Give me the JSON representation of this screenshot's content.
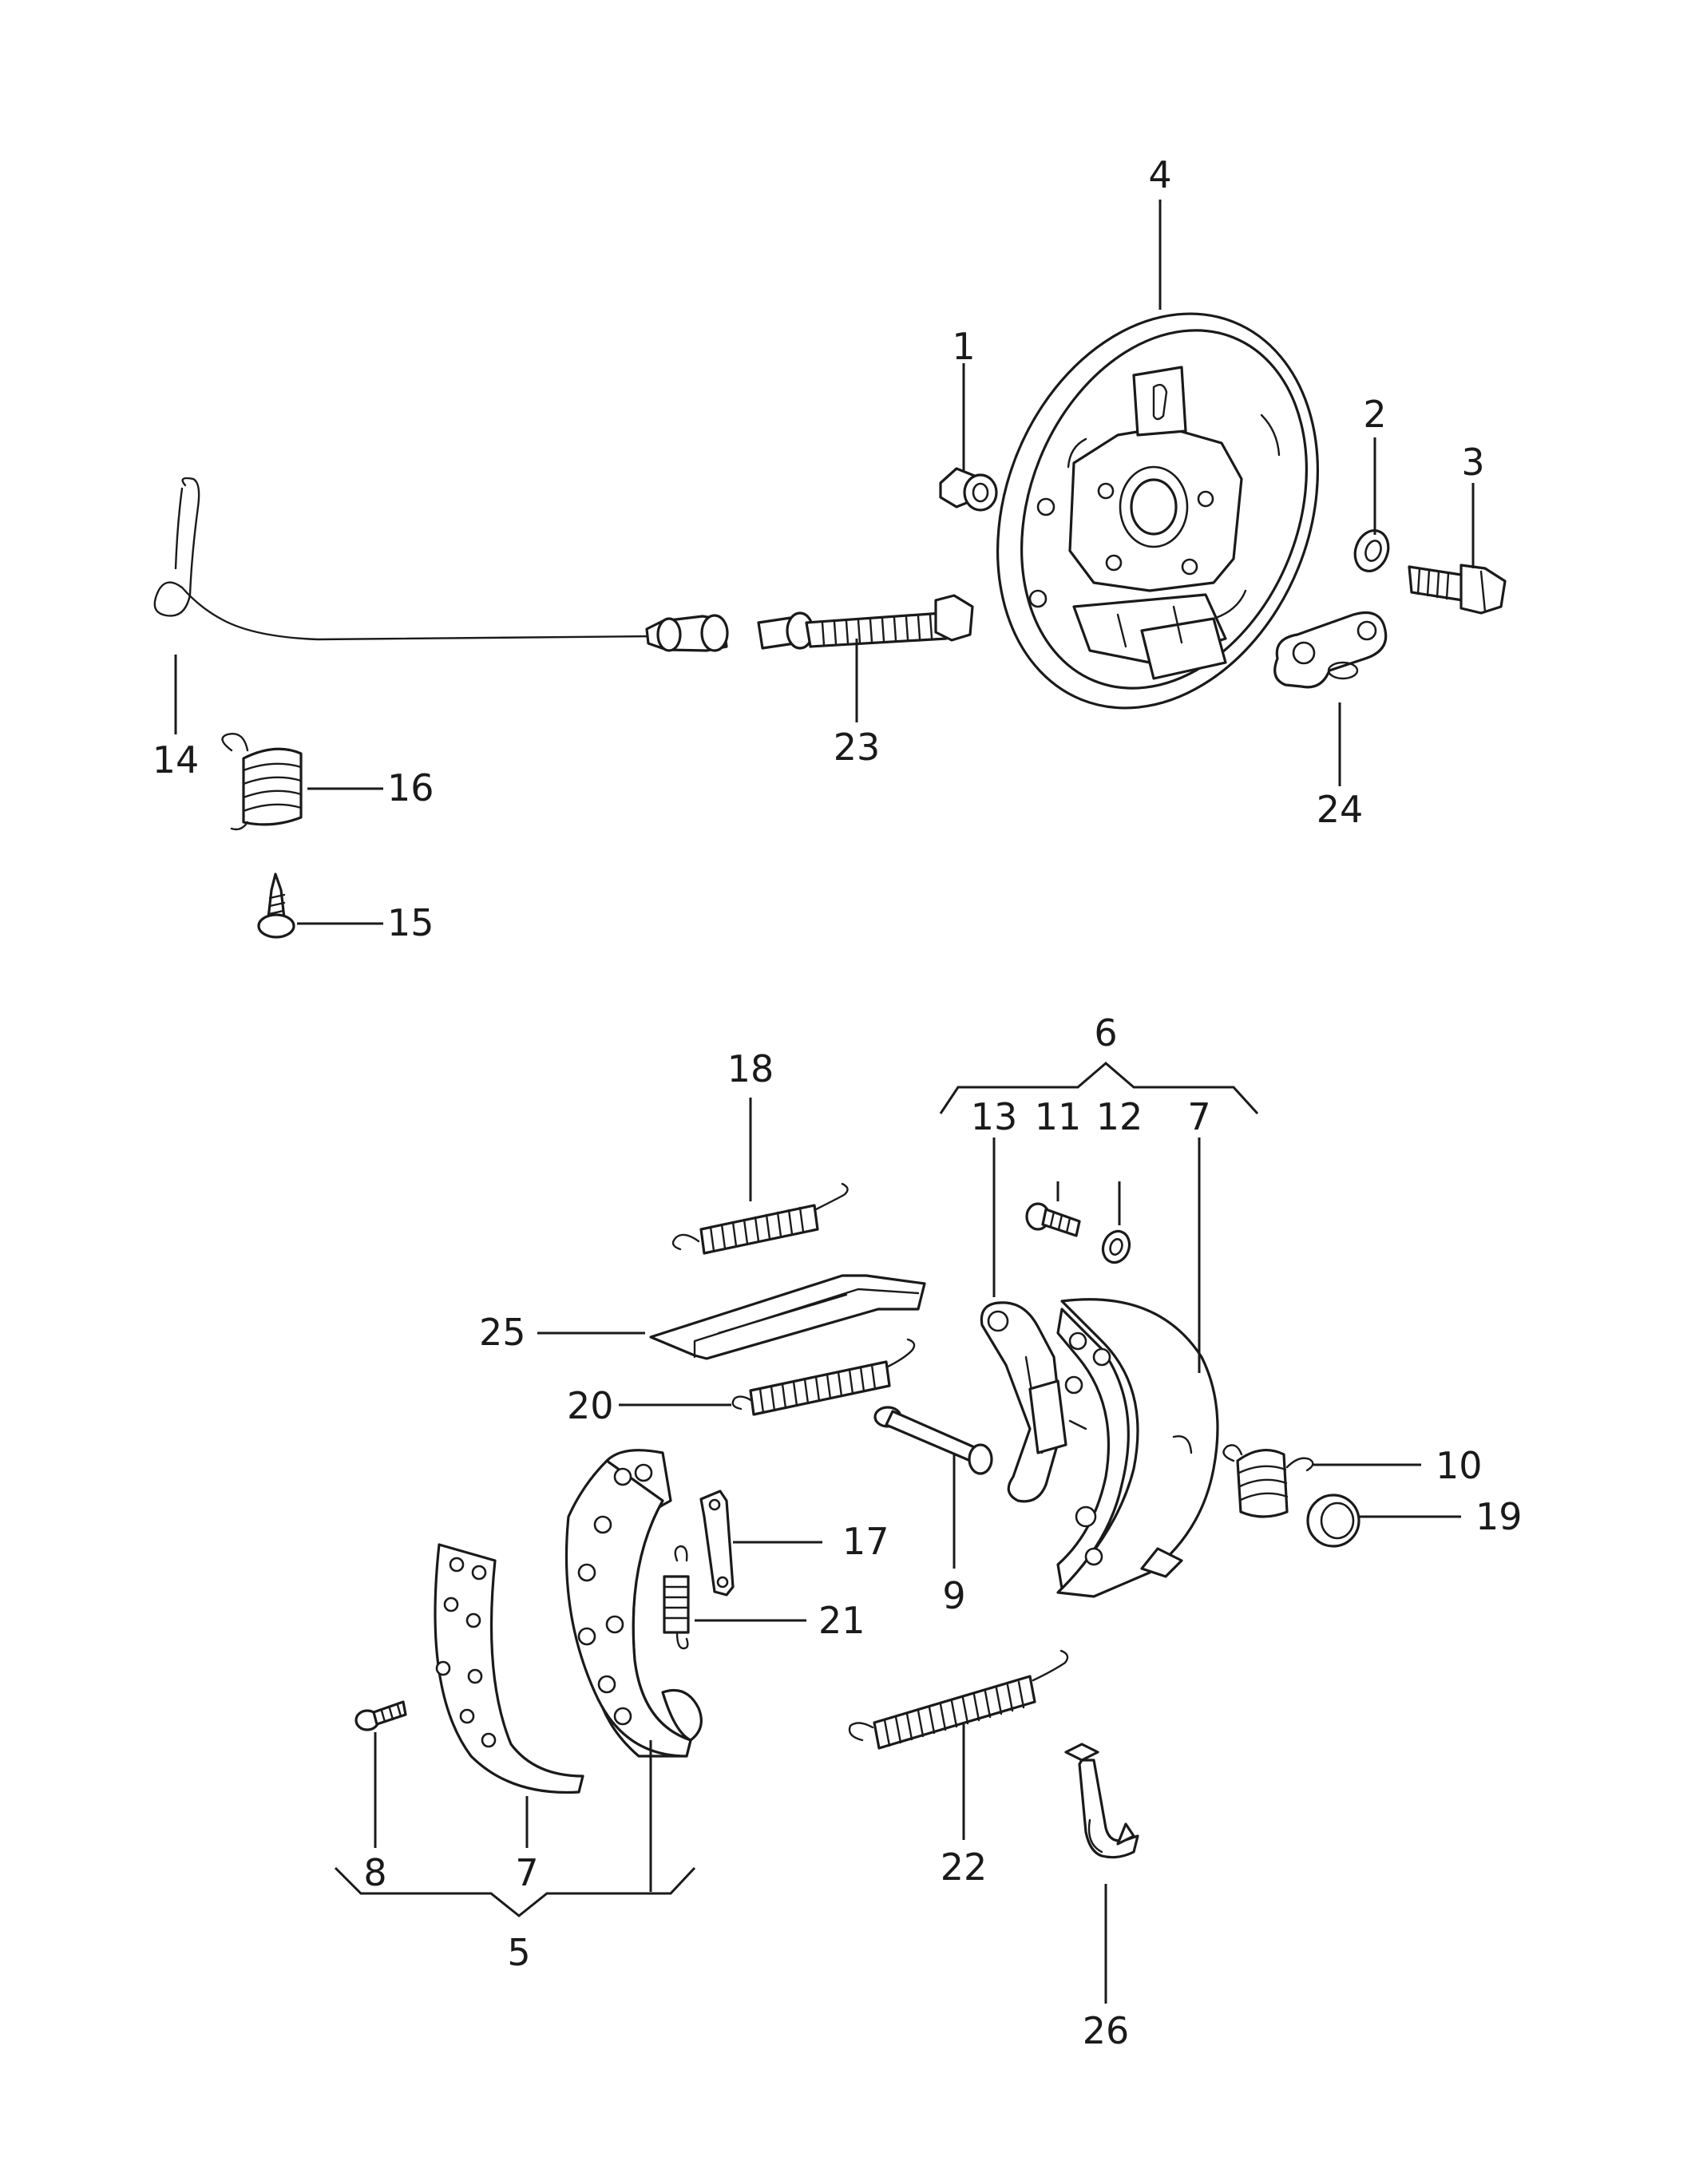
{
  "diagram": {
    "callouts": [
      {
        "id": "c1",
        "label": "1"
      },
      {
        "id": "c2",
        "label": "2"
      },
      {
        "id": "c3",
        "label": "3"
      },
      {
        "id": "c4",
        "label": "4"
      },
      {
        "id": "c5",
        "label": "5"
      },
      {
        "id": "c6",
        "label": "6"
      },
      {
        "id": "c7a",
        "label": "7"
      },
      {
        "id": "c7b",
        "label": "7"
      },
      {
        "id": "c8",
        "label": "8"
      },
      {
        "id": "c9",
        "label": "9"
      },
      {
        "id": "c10",
        "label": "10"
      },
      {
        "id": "c11",
        "label": "11"
      },
      {
        "id": "c12",
        "label": "12"
      },
      {
        "id": "c13",
        "label": "13"
      },
      {
        "id": "c14",
        "label": "14"
      },
      {
        "id": "c15",
        "label": "15"
      },
      {
        "id": "c16",
        "label": "16"
      },
      {
        "id": "c17",
        "label": "17"
      },
      {
        "id": "c18",
        "label": "18"
      },
      {
        "id": "c19",
        "label": "19"
      },
      {
        "id": "c20",
        "label": "20"
      },
      {
        "id": "c21",
        "label": "21"
      },
      {
        "id": "c22",
        "label": "22"
      },
      {
        "id": "c23",
        "label": "23"
      },
      {
        "id": "c24",
        "label": "24"
      },
      {
        "id": "c25",
        "label": "25"
      },
      {
        "id": "c26",
        "label": "26"
      }
    ]
  }
}
